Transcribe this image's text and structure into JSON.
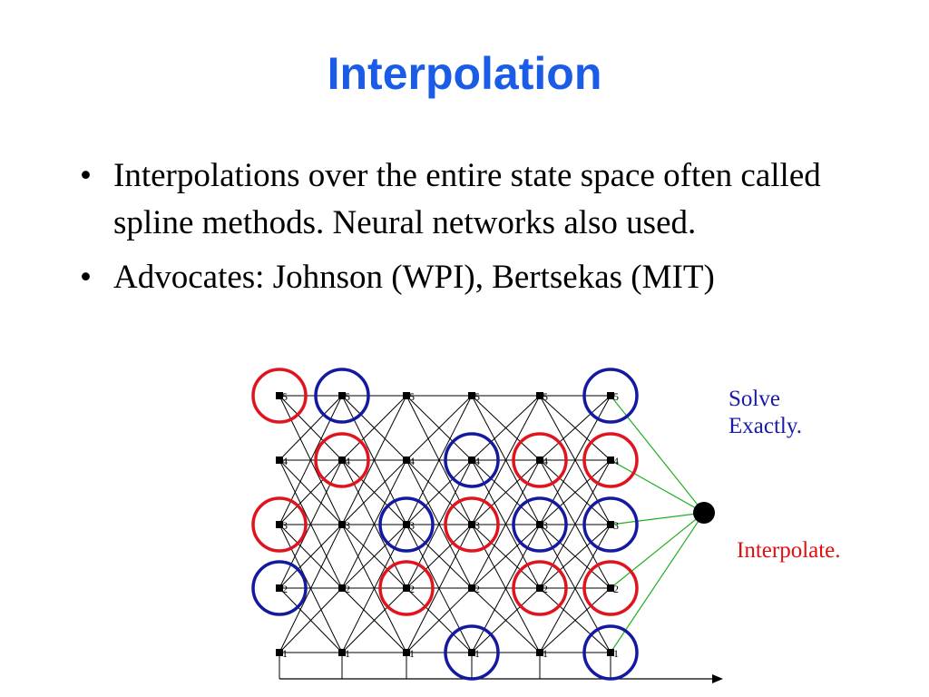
{
  "slide": {
    "title": "Interpolation",
    "bullet_symbol": "•",
    "bullets": [
      "Interpolations over the entire state space often called spline methods.  Neural networks also used.",
      "Advocates: Johnson (WPI), Bertsekas (MIT)"
    ]
  },
  "diagram": {
    "stages": 6,
    "levels": [
      "5",
      "4",
      "3",
      "2",
      "1"
    ],
    "circles": [
      {
        "stage": 0,
        "level": "5",
        "color": "red"
      },
      {
        "stage": 1,
        "level": "5",
        "color": "blue"
      },
      {
        "stage": 5,
        "level": "5",
        "color": "blue"
      },
      {
        "stage": 1,
        "level": "4",
        "color": "red"
      },
      {
        "stage": 3,
        "level": "4",
        "color": "blue"
      },
      {
        "stage": 4,
        "level": "4",
        "color": "red"
      },
      {
        "stage": 5,
        "level": "4",
        "color": "red"
      },
      {
        "stage": 0,
        "level": "3",
        "color": "red"
      },
      {
        "stage": 2,
        "level": "3",
        "color": "blue"
      },
      {
        "stage": 3,
        "level": "3",
        "color": "red"
      },
      {
        "stage": 4,
        "level": "3",
        "color": "blue"
      },
      {
        "stage": 5,
        "level": "3",
        "color": "blue"
      },
      {
        "stage": 0,
        "level": "2",
        "color": "blue"
      },
      {
        "stage": 2,
        "level": "2",
        "color": "red"
      },
      {
        "stage": 4,
        "level": "2",
        "color": "red"
      },
      {
        "stage": 5,
        "level": "2",
        "color": "red"
      },
      {
        "stage": 3,
        "level": "1",
        "color": "blue"
      },
      {
        "stage": 5,
        "level": "1",
        "color": "blue"
      }
    ],
    "colors": {
      "red": "#e0141e",
      "blue": "#141aa0",
      "edge": "#000000",
      "green_edge": "#1fb01f"
    },
    "labels": {
      "solve": "Solve Exactly.",
      "interpolate": "Interpolate."
    }
  }
}
